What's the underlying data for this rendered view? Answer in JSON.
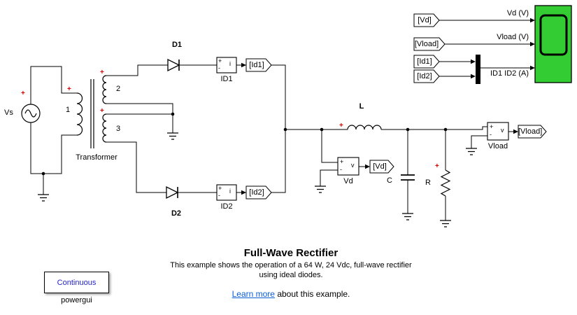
{
  "colors": {
    "scope_green": "#33cc33",
    "polarity_red": "#d40000",
    "link_blue": "#0b5ed7",
    "powergui_blue": "#2222cc",
    "wire_black": "#000000"
  },
  "ports": {
    "plus": "+",
    "minus": "-",
    "current": "i",
    "voltage": "v"
  },
  "blocks": {
    "vs": "Vs",
    "transformer": "Transformer",
    "winding1": "1",
    "winding2": "2",
    "winding3": "3",
    "d1": "D1",
    "d2": "D2",
    "id1": "ID1",
    "id2": "ID2",
    "inductor": "L",
    "capacitor": "C",
    "resistor": "R",
    "vd": "Vd",
    "vload": "Vload"
  },
  "tags": {
    "goto_id1": "[Id1]",
    "goto_id2": "[Id2]",
    "goto_vd": "[Vd]",
    "goto_vload": "[Vload]",
    "from_vd": "[Vd]",
    "from_vload": "[Vload]",
    "from_id1": "[Id1]",
    "from_id2": "[Id2]"
  },
  "scope": {
    "label_vd": "Vd (V)",
    "label_vload": "Vload (V)",
    "label_mux": "ID1 ID2 (A)"
  },
  "description": {
    "title": "Full-Wave Rectifier",
    "line1": "This example shows the operation of a 64 W, 24 Vdc, full-wave rectifier",
    "line2": "using ideal diodes.",
    "link_text": "Learn more",
    "after_link": " about this example."
  },
  "powergui": {
    "mode": "Continuous",
    "label": "powergui"
  }
}
